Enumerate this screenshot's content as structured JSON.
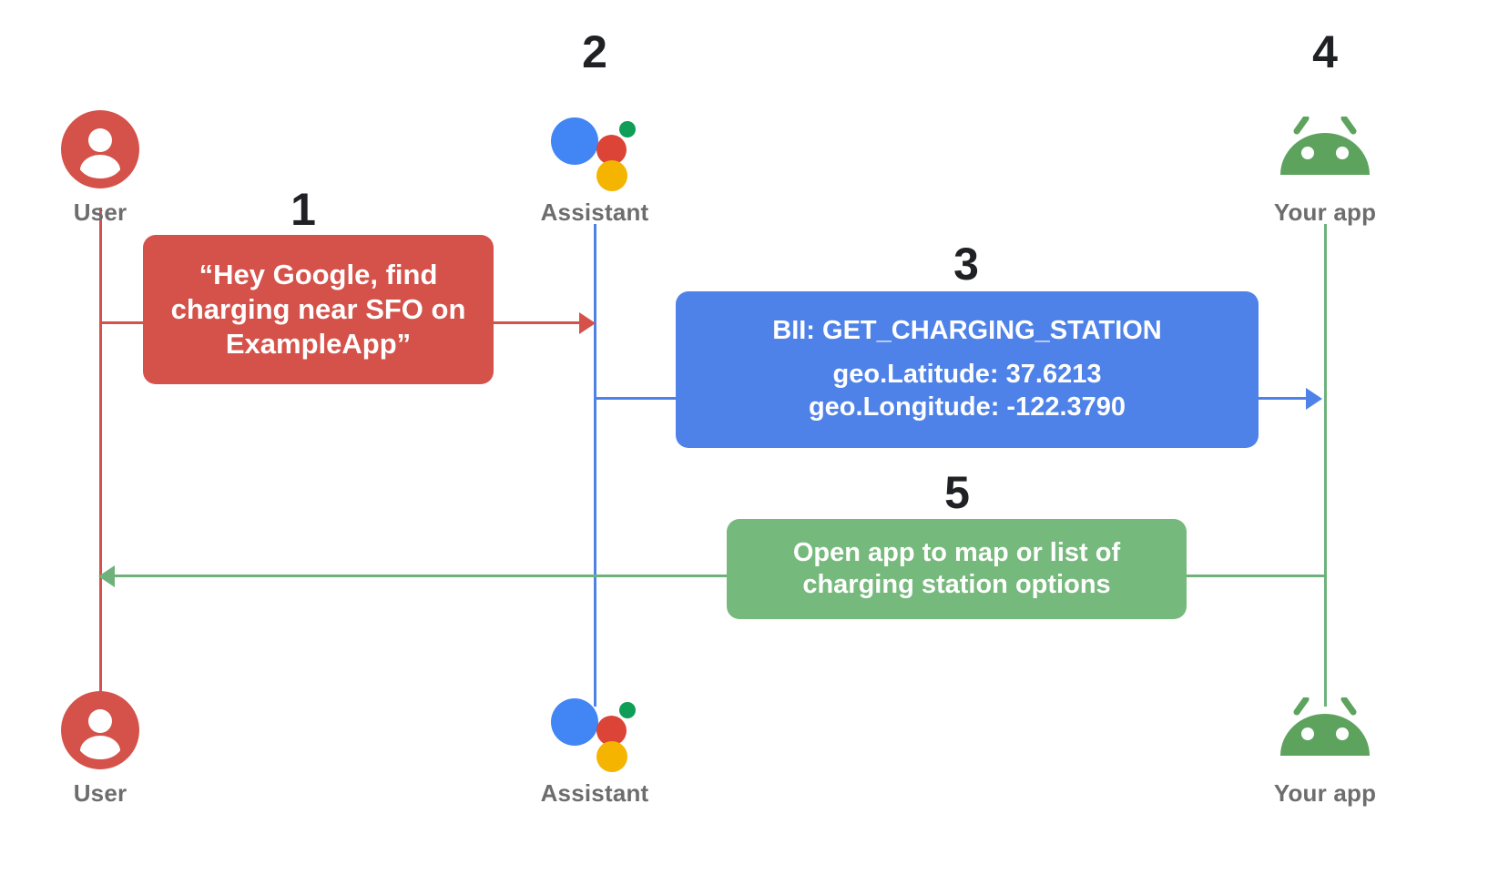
{
  "diagram": {
    "title_hidden": "",
    "actors": [
      {
        "id": "user-top",
        "label": "User",
        "icon": "user-avatar-icon",
        "color": "#D4524A"
      },
      {
        "id": "assistant-top",
        "label": "Assistant",
        "icon": "google-assistant-icon",
        "color": "#4E82E8"
      },
      {
        "id": "app-top",
        "label": "Your app",
        "icon": "android-robot-icon",
        "color": "#6EB17A"
      },
      {
        "id": "user-bottom",
        "label": "User",
        "icon": "user-avatar-icon",
        "color": "#D4524A"
      },
      {
        "id": "assistant-bottom",
        "label": "Assistant",
        "icon": "google-assistant-icon",
        "color": "#4E82E8"
      },
      {
        "id": "app-bottom",
        "label": "Your app",
        "icon": "android-robot-icon",
        "color": "#6EB17A"
      }
    ],
    "steps": [
      {
        "number": "1",
        "kind": "message-box",
        "color": "#D4524A"
      },
      {
        "number": "2",
        "kind": "actor-marker",
        "color": "#202124"
      },
      {
        "number": "3",
        "kind": "message-box",
        "color": "#4E82E8"
      },
      {
        "number": "4",
        "kind": "actor-marker",
        "color": "#202124"
      },
      {
        "number": "5",
        "kind": "message-box",
        "color": "#76B97C"
      }
    ],
    "messages": {
      "step1": {
        "number": "1",
        "lines": [
          "“Hey Google, find",
          "charging near SFO on",
          "ExampleApp”"
        ],
        "from": "User",
        "to": "Assistant",
        "color": "#D4524A"
      },
      "step3": {
        "number": "3",
        "title": "BII: GET_CHARGING_STATION",
        "lines": [
          "geo.Latitude: 37.6213",
          "geo.Longitude:  -122.3790"
        ],
        "from": "Assistant",
        "to": "Your app",
        "color": "#4E82E8"
      },
      "step5": {
        "number": "5",
        "lines": [
          "Open app to map or list of",
          "charging station options"
        ],
        "from": "Your app",
        "to": "User",
        "color": "#76B97C"
      }
    },
    "colors": {
      "red": "#D4524A",
      "blue": "#4E82E8",
      "green": "#76B97C",
      "green_line": "#6EB17A",
      "label_gray": "#6d6d6d",
      "number_black": "#202124",
      "assistant_blue": "#4285F4",
      "assistant_red": "#DB4437",
      "assistant_green": "#0F9D58",
      "assistant_yellow": "#F4B400",
      "android_green": "#5DA35D",
      "background": "#FFFFFF"
    }
  }
}
